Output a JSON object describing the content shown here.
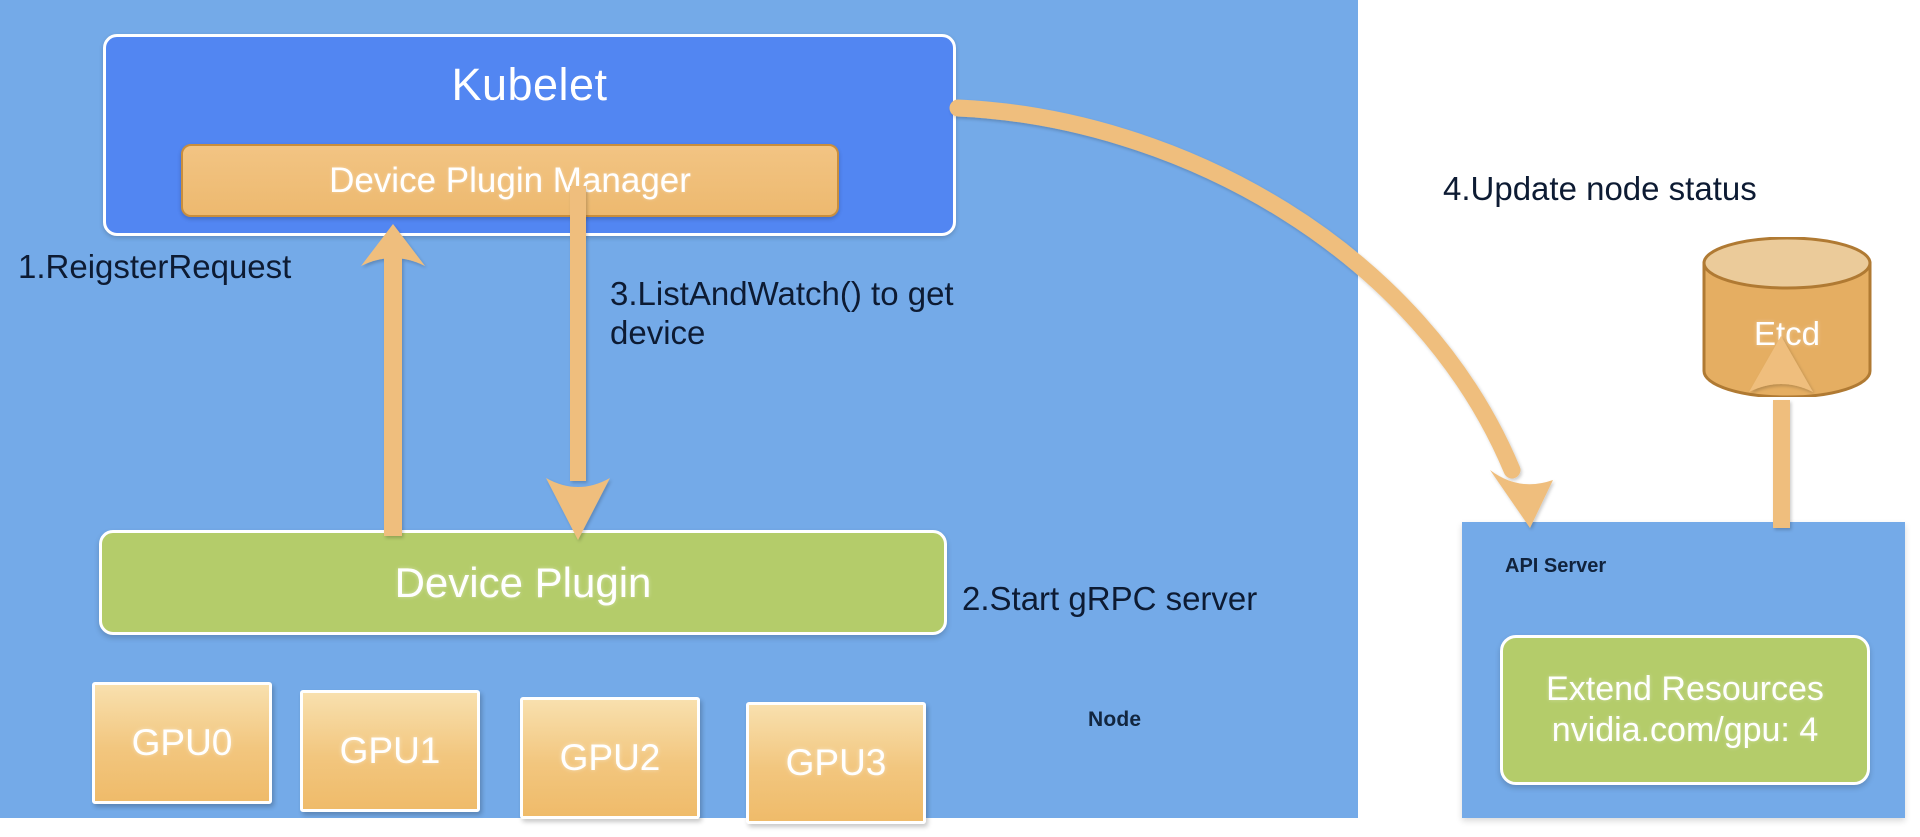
{
  "diagram": {
    "title": "Kubernetes Device Plugin Registration Flow",
    "node": {
      "label": "Node",
      "background_color": "#74AAE8"
    },
    "kubelet": {
      "title": "Kubelet",
      "background_color": "#5286F2",
      "device_plugin_manager": {
        "label": "Device Plugin Manager",
        "background_color": "#EFBE7D"
      }
    },
    "device_plugin": {
      "label": "Device Plugin",
      "background_color": "#B4CC6A"
    },
    "gpus": [
      {
        "label": "GPU0"
      },
      {
        "label": "GPU1"
      },
      {
        "label": "GPU2"
      },
      {
        "label": "GPU3"
      }
    ],
    "steps": [
      {
        "id": "1",
        "text": "1.ReigsterRequest"
      },
      {
        "id": "2",
        "text": "2.Start gRPC server"
      },
      {
        "id": "3",
        "text": "3.ListAndWatch() to get\ndevice"
      },
      {
        "id": "4",
        "text": "4.Update node status"
      }
    ],
    "etcd": {
      "label": "Etcd",
      "body_color": "#E5AE62",
      "top_color": "#EBCB9A",
      "outline_color": "#B07A33"
    },
    "api_server": {
      "label": "API Server",
      "background_color": "#74AAE8",
      "extend_resources": {
        "line1": "Extend Resources",
        "line2": "nvidia.com/gpu: 4",
        "background_color": "#B4CC6A"
      }
    },
    "arrow_color": "#EFBE7D"
  }
}
